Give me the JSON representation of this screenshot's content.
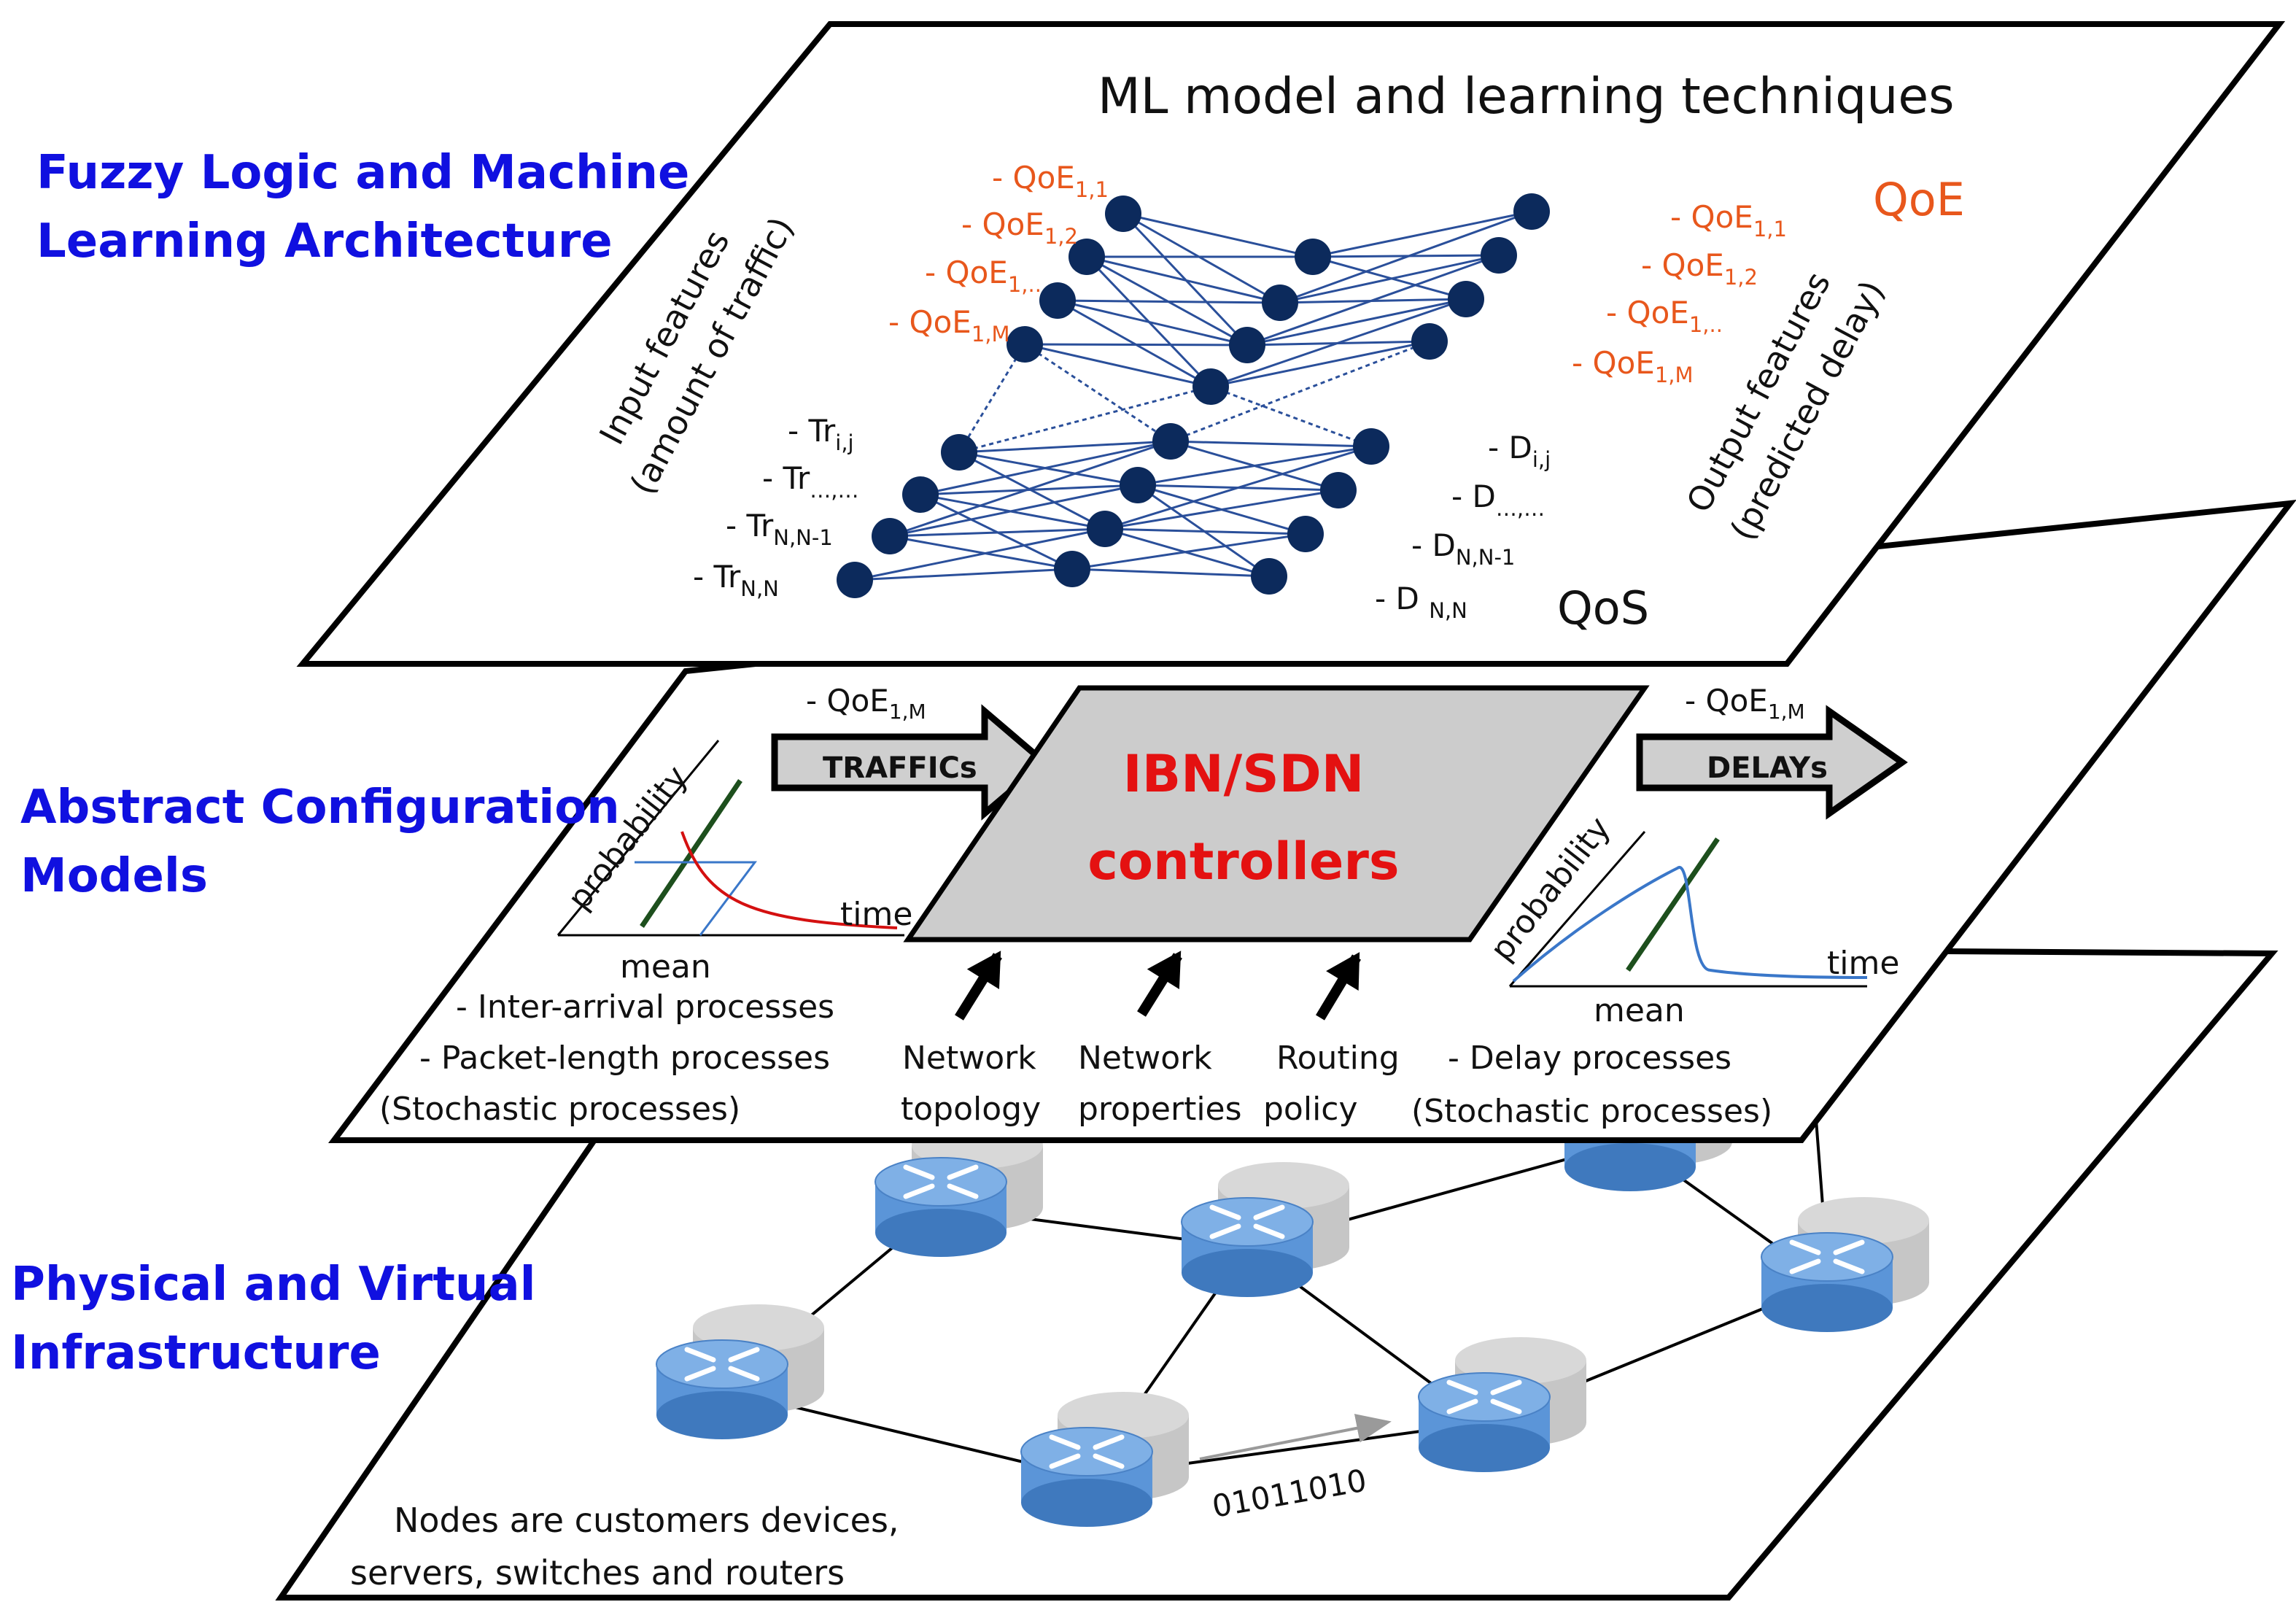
{
  "colors": {
    "layer_title": "#1010e0",
    "qoe_text": "#e8571c",
    "controller_text": "#e41111",
    "nn_node": "#0c2a5c",
    "nn_edge": "#2a4f9a",
    "controller_fill": "#cccccc",
    "router_body": "#5b95d8",
    "router_shadow": "#c6c6c6"
  },
  "layers": {
    "ml": {
      "label_line1": "Fuzzy Logic and Machine",
      "label_line2": "Learning Architecture",
      "title": "ML model and learning techniques",
      "input_features_line1": "Input features",
      "input_features_line2": "(amount of traffic)",
      "output_features_line1": "Output features",
      "output_features_line2": "(predicted delay)",
      "qoe_label": "QoE",
      "qos_label": "QoS",
      "qoe_inputs": [
        {
          "prefix": "- QoE",
          "sub": "1,1"
        },
        {
          "prefix": "- QoE",
          "sub": "1,2"
        },
        {
          "prefix": "- QoE",
          "sub": "1,.."
        },
        {
          "prefix": "- QoE",
          "sub": "1,M"
        }
      ],
      "qoe_outputs": [
        {
          "prefix": "- QoE",
          "sub": "1,1"
        },
        {
          "prefix": "- QoE",
          "sub": "1,2"
        },
        {
          "prefix": "- QoE",
          "sub": "1,.."
        },
        {
          "prefix": "- QoE",
          "sub": "1,M"
        }
      ],
      "traffic_inputs": [
        {
          "prefix": "- Tr",
          "sub": "i,j"
        },
        {
          "prefix": "- Tr",
          "sub": "…,…"
        },
        {
          "prefix": "- Tr",
          "sub": "N,N-1"
        },
        {
          "prefix": "- Tr",
          "sub": "N,N"
        }
      ],
      "delay_outputs": [
        {
          "prefix": "- D",
          "sub": "i,j"
        },
        {
          "prefix": "- D",
          "sub": "…,…"
        },
        {
          "prefix": "- D",
          "sub": "N,N-1"
        },
        {
          "prefix": "- D ",
          "sub": "N,N"
        }
      ]
    },
    "config": {
      "label_line1": "Abstract Configuration",
      "label_line2": "Models",
      "controller_line1": "IBN/SDN",
      "controller_line2": "controllers",
      "traffics_arrow": "TRAFFICs",
      "delays_arrow": "DELAYs",
      "arrow_qoe_left": {
        "prefix": "- QoE",
        "sub": "1,M"
      },
      "arrow_qoe_right": {
        "prefix": "- QoE",
        "sub": "1,M"
      },
      "left_plot": {
        "ylabel": "probability",
        "xlabel": "time",
        "mean_label": "mean"
      },
      "right_plot": {
        "ylabel": "probability",
        "xlabel": "time",
        "mean_label": "mean"
      },
      "left_processes": [
        "- Inter-arrival processes",
        "- Packet-length processes",
        "(Stochastic processes)"
      ],
      "right_processes": [
        "- Delay processes",
        "(Stochastic processes)"
      ],
      "inputs": [
        {
          "line1": "Network",
          "line2": "topology"
        },
        {
          "line1": "Network",
          "line2": "properties"
        },
        {
          "line1": "Routing",
          "line2": "policy"
        }
      ]
    },
    "infra": {
      "label_line1": "Physical and Virtual",
      "label_line2": "Infrastructure",
      "nodes_note_line1": "Nodes are customers devices,",
      "nodes_note_line2": "servers, switches and routers",
      "bitstream": "01011010"
    }
  }
}
